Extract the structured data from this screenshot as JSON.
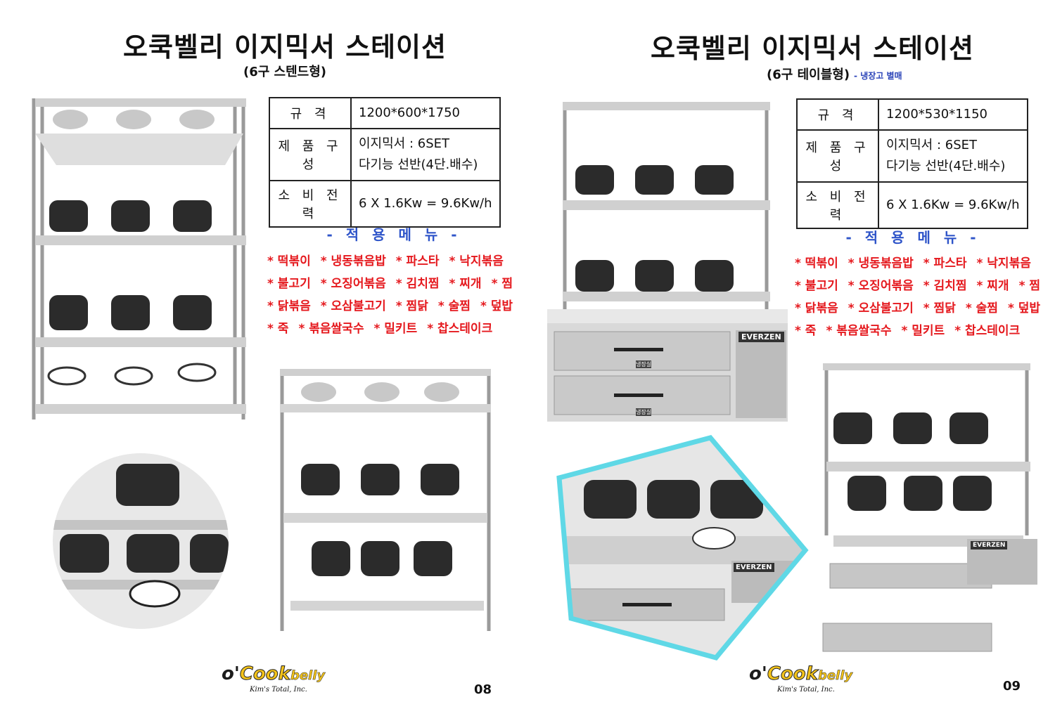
{
  "pages": [
    {
      "title": "오쿡벨리 이지믹서 스테이션",
      "subtitle": "(6구 스텐드형)",
      "note": "",
      "spec": [
        {
          "key": "규 격",
          "value": [
            "1200*600*1750"
          ]
        },
        {
          "key": "제 품 구 성",
          "value": [
            "이지믹서 : 6SET",
            "다기능 선반(4단.배수)"
          ]
        },
        {
          "key": "소 비 전 력",
          "value": [
            "6 X 1.6Kw =  9.6Kw/h"
          ]
        }
      ],
      "menu_title": "- 적 용 메 뉴 -",
      "menu_rows": [
        [
          "* 떡볶이",
          "* 냉동볶음밥",
          "* 파스타",
          "* 낙지볶음"
        ],
        [
          "* 불고기",
          "* 오징어볶음",
          "* 김치찜",
          "* 찌개",
          "* 찜"
        ],
        [
          "* 닭볶음",
          "* 오삼불고기",
          "* 찜닭",
          "* 술찜",
          "* 덮밥"
        ],
        [
          "* 죽",
          "* 볶음쌀국수",
          "* 밀키트",
          "* 찹스테이크"
        ]
      ],
      "page_number": "08"
    },
    {
      "title": "오쿡벨리 이지믹서 스테이션",
      "subtitle": "(6구 테이블형)",
      "note": "- 냉장고 별매",
      "spec": [
        {
          "key": "규 격",
          "value": [
            "1200*530*1150"
          ]
        },
        {
          "key": "제 품 구 성",
          "value": [
            "이지믹서 : 6SET",
            "다기능 선반(4단.배수)"
          ]
        },
        {
          "key": "소 비 전 력",
          "value": [
            "6 X 1.6Kw =  9.6Kw/h"
          ]
        }
      ],
      "menu_title": "- 적 용 메 뉴 -",
      "menu_rows": [
        [
          "* 떡볶이",
          "* 냉동볶음밥",
          "* 파스타",
          "* 낙지볶음"
        ],
        [
          "* 불고기",
          "* 오징어볶음",
          "* 김치찜",
          "* 찌개",
          "* 찜"
        ],
        [
          "* 닭볶음",
          "* 오삼불고기",
          "* 찜닭",
          "* 술찜",
          "* 덮밥"
        ],
        [
          "* 죽",
          "* 볶음쌀국수",
          "* 밀키트",
          "* 찹스테이크"
        ]
      ],
      "page_number": "09"
    }
  ],
  "logo": {
    "brand_o": "o'",
    "brand_cook": "Cook",
    "brand_belly": "belly",
    "tagline": "Kim's Total, Inc."
  },
  "fridge_brand": "EVERZEN",
  "drawer_label": "냉장실",
  "colors": {
    "menu_title": "#2f55c9",
    "menu_items": "#e5191e",
    "highlight_frame": "#5fd8e6",
    "logo_yellow": "#f3c31a"
  }
}
